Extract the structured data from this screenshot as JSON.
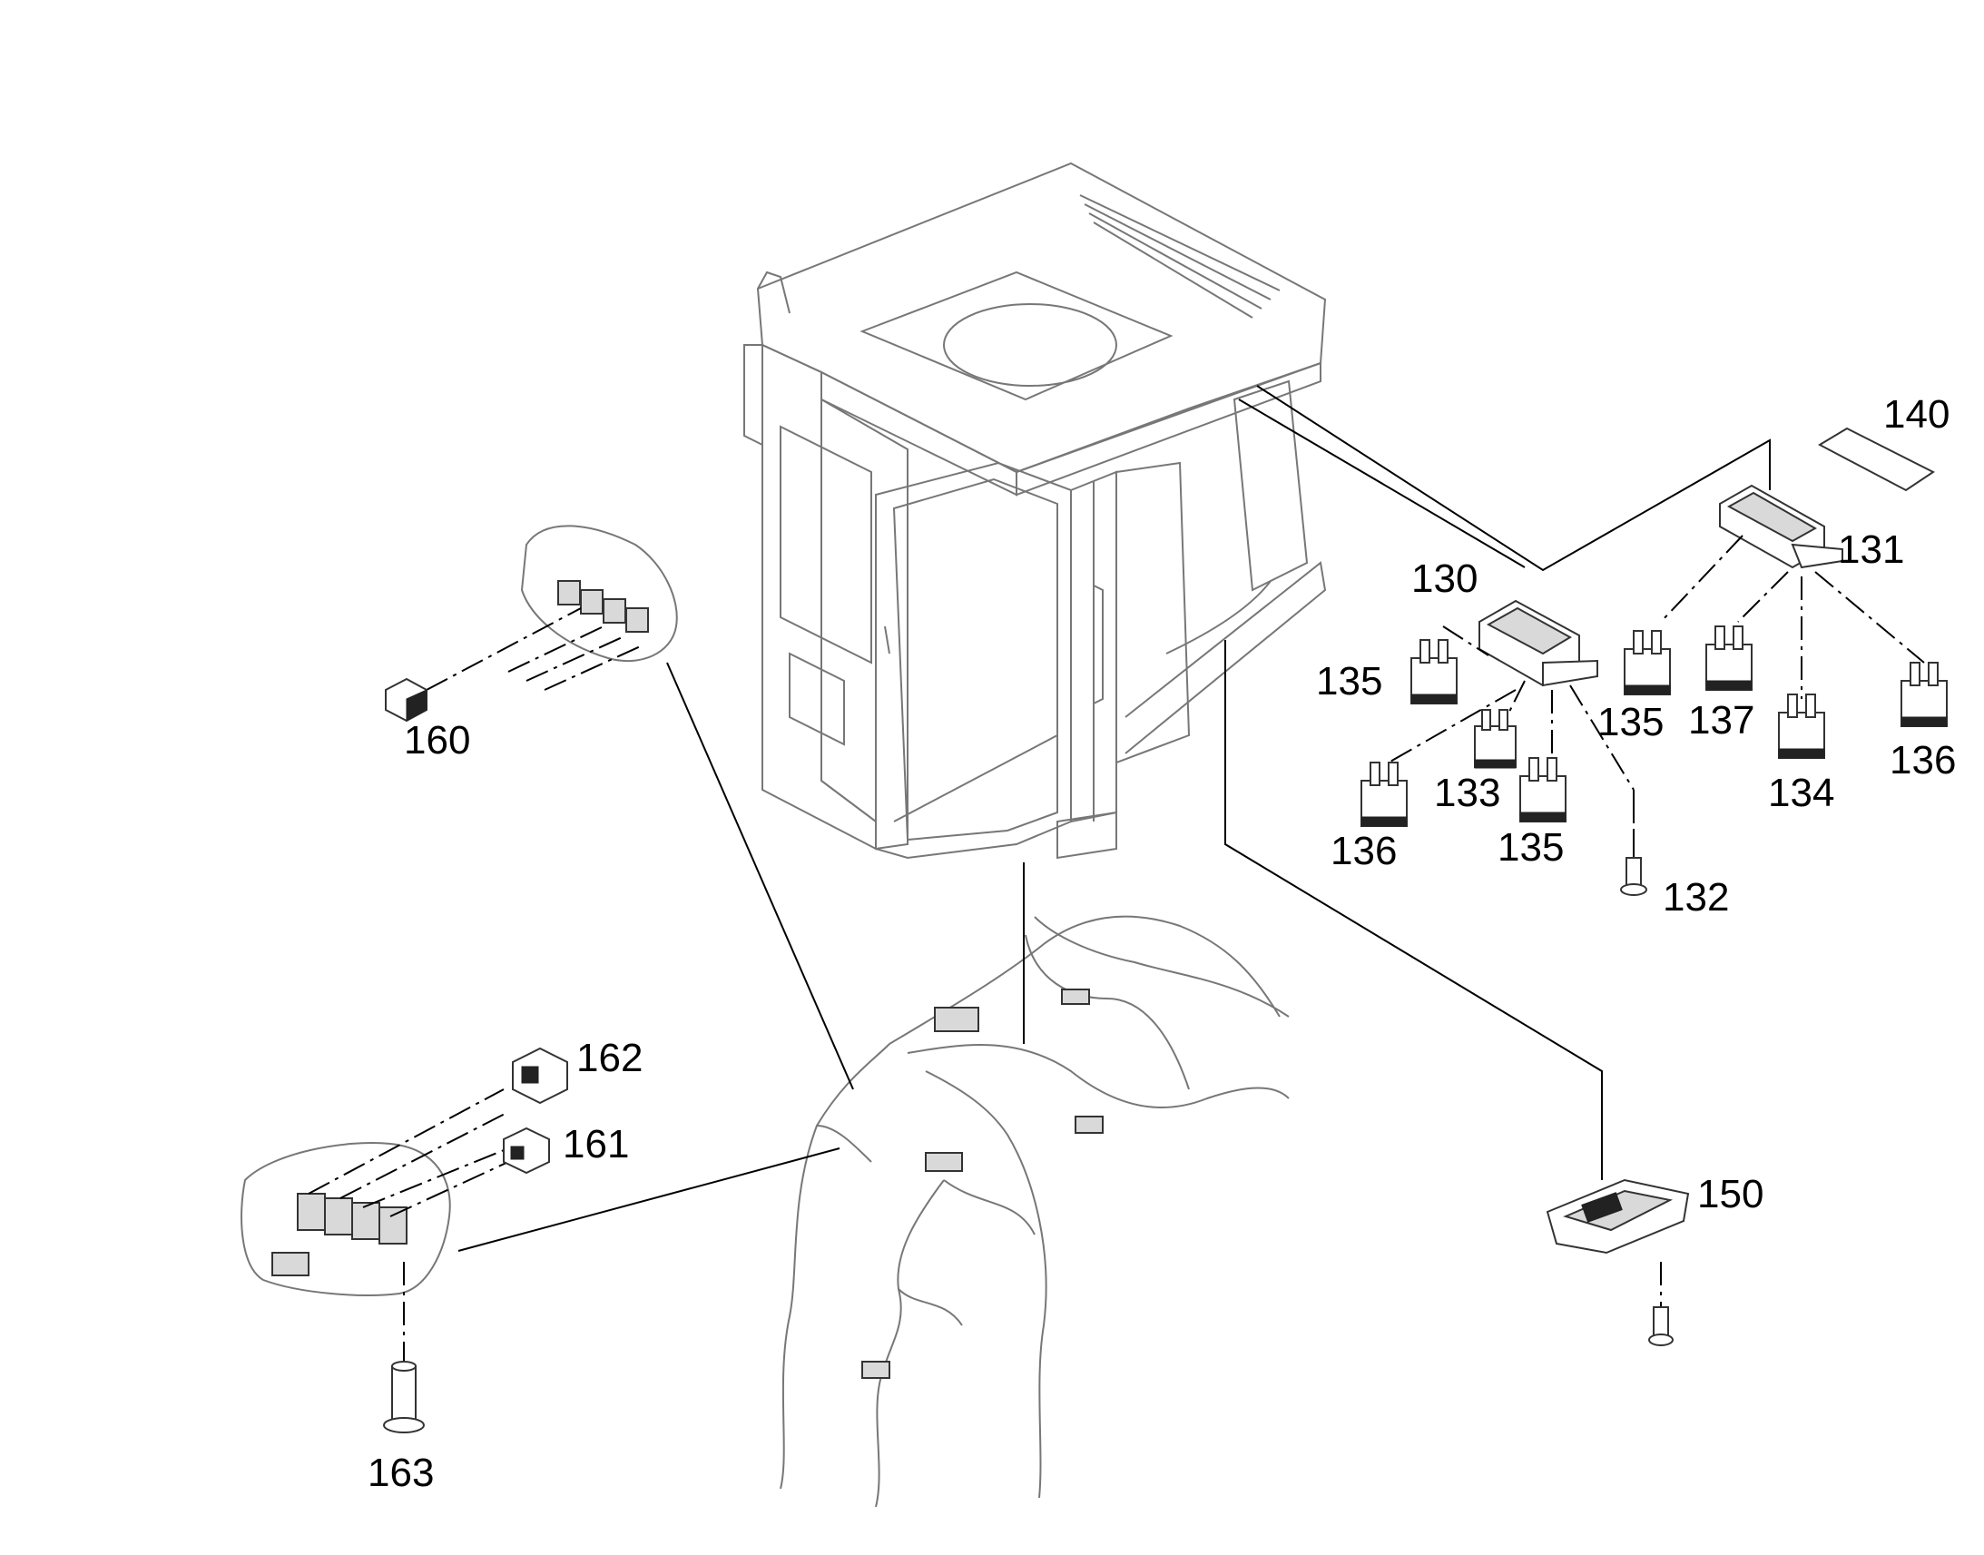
{
  "callouts": {
    "c130": "130",
    "c131": "131",
    "c132": "132",
    "c133": "133",
    "c134": "134",
    "c135a": "135",
    "c135b": "135",
    "c135c": "135",
    "c136a": "136",
    "c136b": "136",
    "c137": "137",
    "c140": "140",
    "c150": "150",
    "c160": "160",
    "c161": "161",
    "c162": "162",
    "c163": "163"
  }
}
